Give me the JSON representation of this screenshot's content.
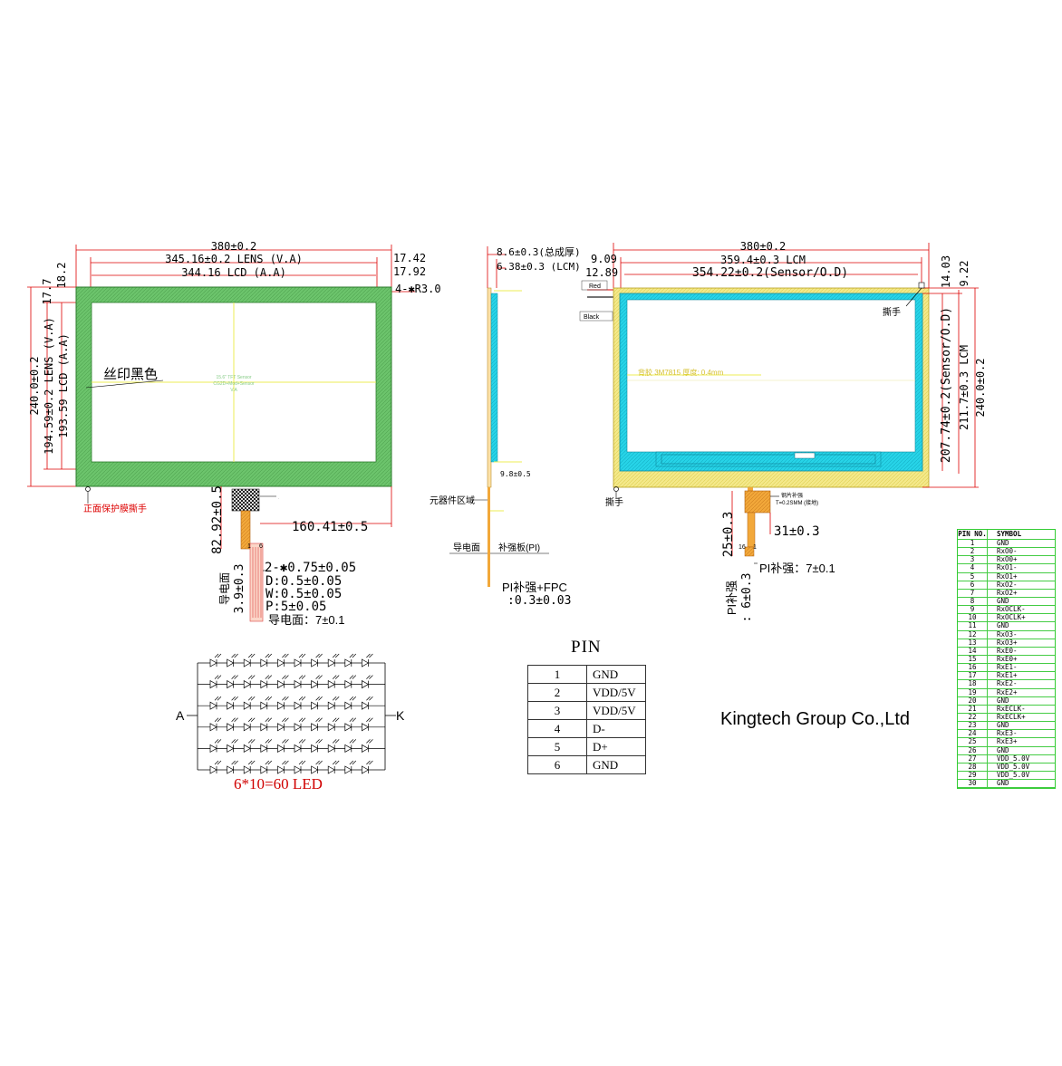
{
  "front_view": {
    "overall_width": "380±0.2",
    "lens_va_width": "345.16±0.2 LENS (V.A)",
    "lcd_aa_width": "344.16 LCD (A.A)",
    "right_margin_1": "17.42",
    "right_margin_2": "17.92",
    "corner_radius": "4-✱R3.0",
    "top_margin_1": "17.7",
    "top_margin_2": "18.2",
    "overall_height": "240.0±0.2",
    "lens_va_height": "194.59±0.2 LENS (V.A)",
    "lcd_aa_height": "193.59 LCD (A.A)",
    "silkscreen_label": "丝印黑色",
    "center_text_1": "15.6\" TFT Sensor",
    "center_text_2": "CG2D+Mod+Sensor",
    "center_text_3": "V.A",
    "film_tab_label": "正面保护膜撕手",
    "fpc_height": "82.92±0.5",
    "fpc_offset": "160.41±0.5",
    "pin_1": "1",
    "pin_6": "6",
    "tail_conductive": "导电面",
    "tail_length": "3.9±0.3",
    "hole_spec": "2-✱0.75±0.05",
    "d_spec": "D:0.5±0.05",
    "w_spec": "W:0.5±0.05",
    "p_spec": "P:5±0.05",
    "conductive_width": "导电面：7±0.1"
  },
  "side_view": {
    "total_thickness": "8.6±0.3(总成厚)",
    "lcm_thickness": "6.38±0.3 (LCM)",
    "offset": "9.8±0.5",
    "component_area": "元器件区域",
    "conductive_face": "导电面",
    "stiffener": "补强板(PI)",
    "pi_fpc": "PI补强+FPC",
    "pi_fpc_thickness": ":0.3±0.03"
  },
  "back_view": {
    "overall_width": "380±0.2",
    "lcm_width": "359.4±0.3 LCM",
    "sensor_od_width": "354.22±0.2(Sensor/O.D)",
    "left_margin_1": "9.09",
    "left_margin_2": "12.89",
    "wire_red": "Red",
    "wire_black": "Black",
    "top_margin_1": "14.03",
    "top_margin_2": "9.22",
    "tab_label": "撕手",
    "sensor_od_height": "207.74±0.2(Sensor/O.D)",
    "lcm_height": "211.7±0.3 LCM",
    "overall_height": "240.0±0.2",
    "inner_note": "背胶 3M7815 厚度: 0.4mm",
    "bottom_tab_label": "撕手",
    "stiffener_note_1": "钢片补强",
    "stiffener_note_2": "T=0.2SMM (接地)",
    "fpc_width": "31±0.3",
    "fpc_length": "25±0.3",
    "pin_16": "16",
    "pin_1": "1",
    "pi_stiffener": "PI补强：7±0.1",
    "pi_stiffener_side": "PI补强",
    "pi_stiffener_len": ": 6±0.3"
  },
  "led": {
    "anode": "A",
    "cathode": "K",
    "caption": "6*10=60 LED"
  },
  "pin_table": {
    "title": "PIN",
    "rows": [
      {
        "num": "1",
        "symbol": "GND"
      },
      {
        "num": "2",
        "symbol": "VDD/5V"
      },
      {
        "num": "3",
        "symbol": "VDD/5V"
      },
      {
        "num": "4",
        "symbol": "D-"
      },
      {
        "num": "5",
        "symbol": "D+"
      },
      {
        "num": "6",
        "symbol": "GND"
      }
    ]
  },
  "company": "Kingtech Group Co.,Ltd",
  "lvds_pins": {
    "header_no": "PIN NO.",
    "header_symbol": "SYMBOL",
    "rows": [
      {
        "n": "1",
        "s": "GND"
      },
      {
        "n": "2",
        "s": "RxO0-"
      },
      {
        "n": "3",
        "s": "RxO0+"
      },
      {
        "n": "4",
        "s": "RxO1-"
      },
      {
        "n": "5",
        "s": "RxO1+"
      },
      {
        "n": "6",
        "s": "RxO2-"
      },
      {
        "n": "7",
        "s": "RxO2+"
      },
      {
        "n": "8",
        "s": "GND"
      },
      {
        "n": "9",
        "s": "RxOCLK-"
      },
      {
        "n": "10",
        "s": "RxOCLK+"
      },
      {
        "n": "11",
        "s": "GND"
      },
      {
        "n": "12",
        "s": "RxO3-"
      },
      {
        "n": "13",
        "s": "RxO3+"
      },
      {
        "n": "14",
        "s": "RxE0-"
      },
      {
        "n": "15",
        "s": "RxE0+"
      },
      {
        "n": "16",
        "s": "RxE1-"
      },
      {
        "n": "17",
        "s": "RxE1+"
      },
      {
        "n": "18",
        "s": "RxE2-"
      },
      {
        "n": "19",
        "s": "RxE2+"
      },
      {
        "n": "20",
        "s": "GND"
      },
      {
        "n": "21",
        "s": "RxECLK-"
      },
      {
        "n": "22",
        "s": "RxECLK+"
      },
      {
        "n": "23",
        "s": "GND"
      },
      {
        "n": "24",
        "s": "RxE3-"
      },
      {
        "n": "25",
        "s": "RxE3+"
      },
      {
        "n": "26",
        "s": "GND"
      },
      {
        "n": "27",
        "s": "VDD_5.0V"
      },
      {
        "n": "28",
        "s": "VDD_5.0V"
      },
      {
        "n": "29",
        "s": "VDD_5.0V"
      },
      {
        "n": "30",
        "s": "GND"
      }
    ]
  }
}
